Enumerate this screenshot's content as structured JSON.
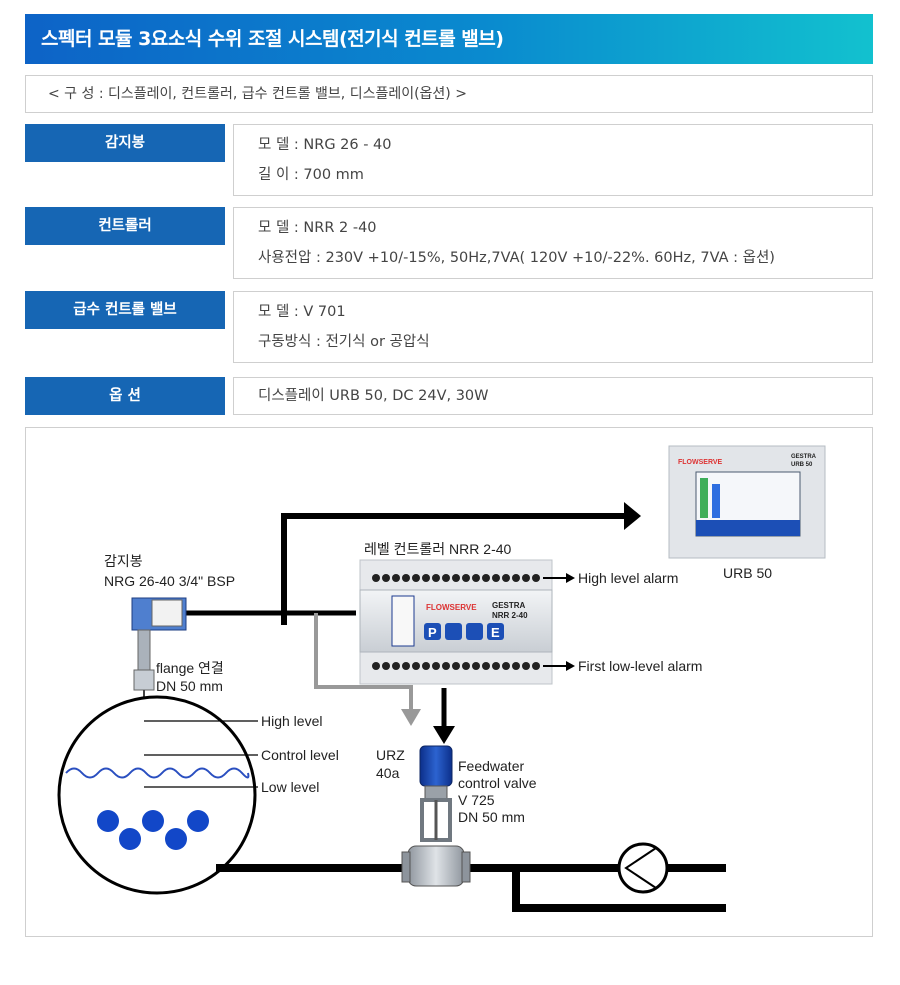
{
  "title": "스펙터 모듈 3요소식 수위 조절 시스템(전기식 컨트롤 밸브)",
  "composition": "< 구 성 : 디스플레이, 컨트롤러, 급수 컨트롤 밸브, 디스플레이(옵션) >",
  "specs": [
    {
      "label": "감지봉",
      "lines": [
        "모 델 : NRG 26 - 40",
        "길 이 : 700 mm"
      ]
    },
    {
      "label": "컨트롤러",
      "lines": [
        "모 델 : NRR 2 -40",
        "사용전압 : 230V +10/-15%, 50Hz,7VA( 120V +10/-22%. 60Hz, 7VA : 옵션)"
      ]
    },
    {
      "label": "급수 컨트롤 밸브",
      "lines": [
        "모 델 : V 701",
        "구동방식 : 전기식 or 공압식"
      ]
    },
    {
      "label": "옵 션",
      "lines": [
        "디스플레이 URB 50, DC 24V, 30W"
      ]
    }
  ],
  "diagram": {
    "sensor_label_1": "감지봉",
    "sensor_label_2": "NRG 26-40 3/4\" BSP",
    "controller_label": "레벨 컨트롤러 NRR 2-40",
    "high_alarm": "High level alarm",
    "low_alarm": "First low-level alarm",
    "display_label": "URB 50",
    "flange_1": "flange 연결",
    "flange_2": "DN 50 mm",
    "level_high": "High level",
    "level_control": "Control level",
    "level_low": "Low level",
    "actuator_1": "URZ",
    "actuator_2": "40a",
    "valve_1": "Feedwater",
    "valve_2": "control valve",
    "valve_3": "V 725",
    "valve_4": "DN 50 mm",
    "brand": "FLOWSERVE",
    "device_brand_1": "GESTRA",
    "device_model_1": "NRR 2-40",
    "device_brand_2": "GESTRA",
    "device_model_2": "URB 50",
    "key_p": "P",
    "key_e": "E"
  },
  "colors": {
    "title_start": "#0d63c7",
    "title_end": "#12c1cf",
    "label_bg": "#1666b4",
    "bubble": "#1247c8"
  }
}
